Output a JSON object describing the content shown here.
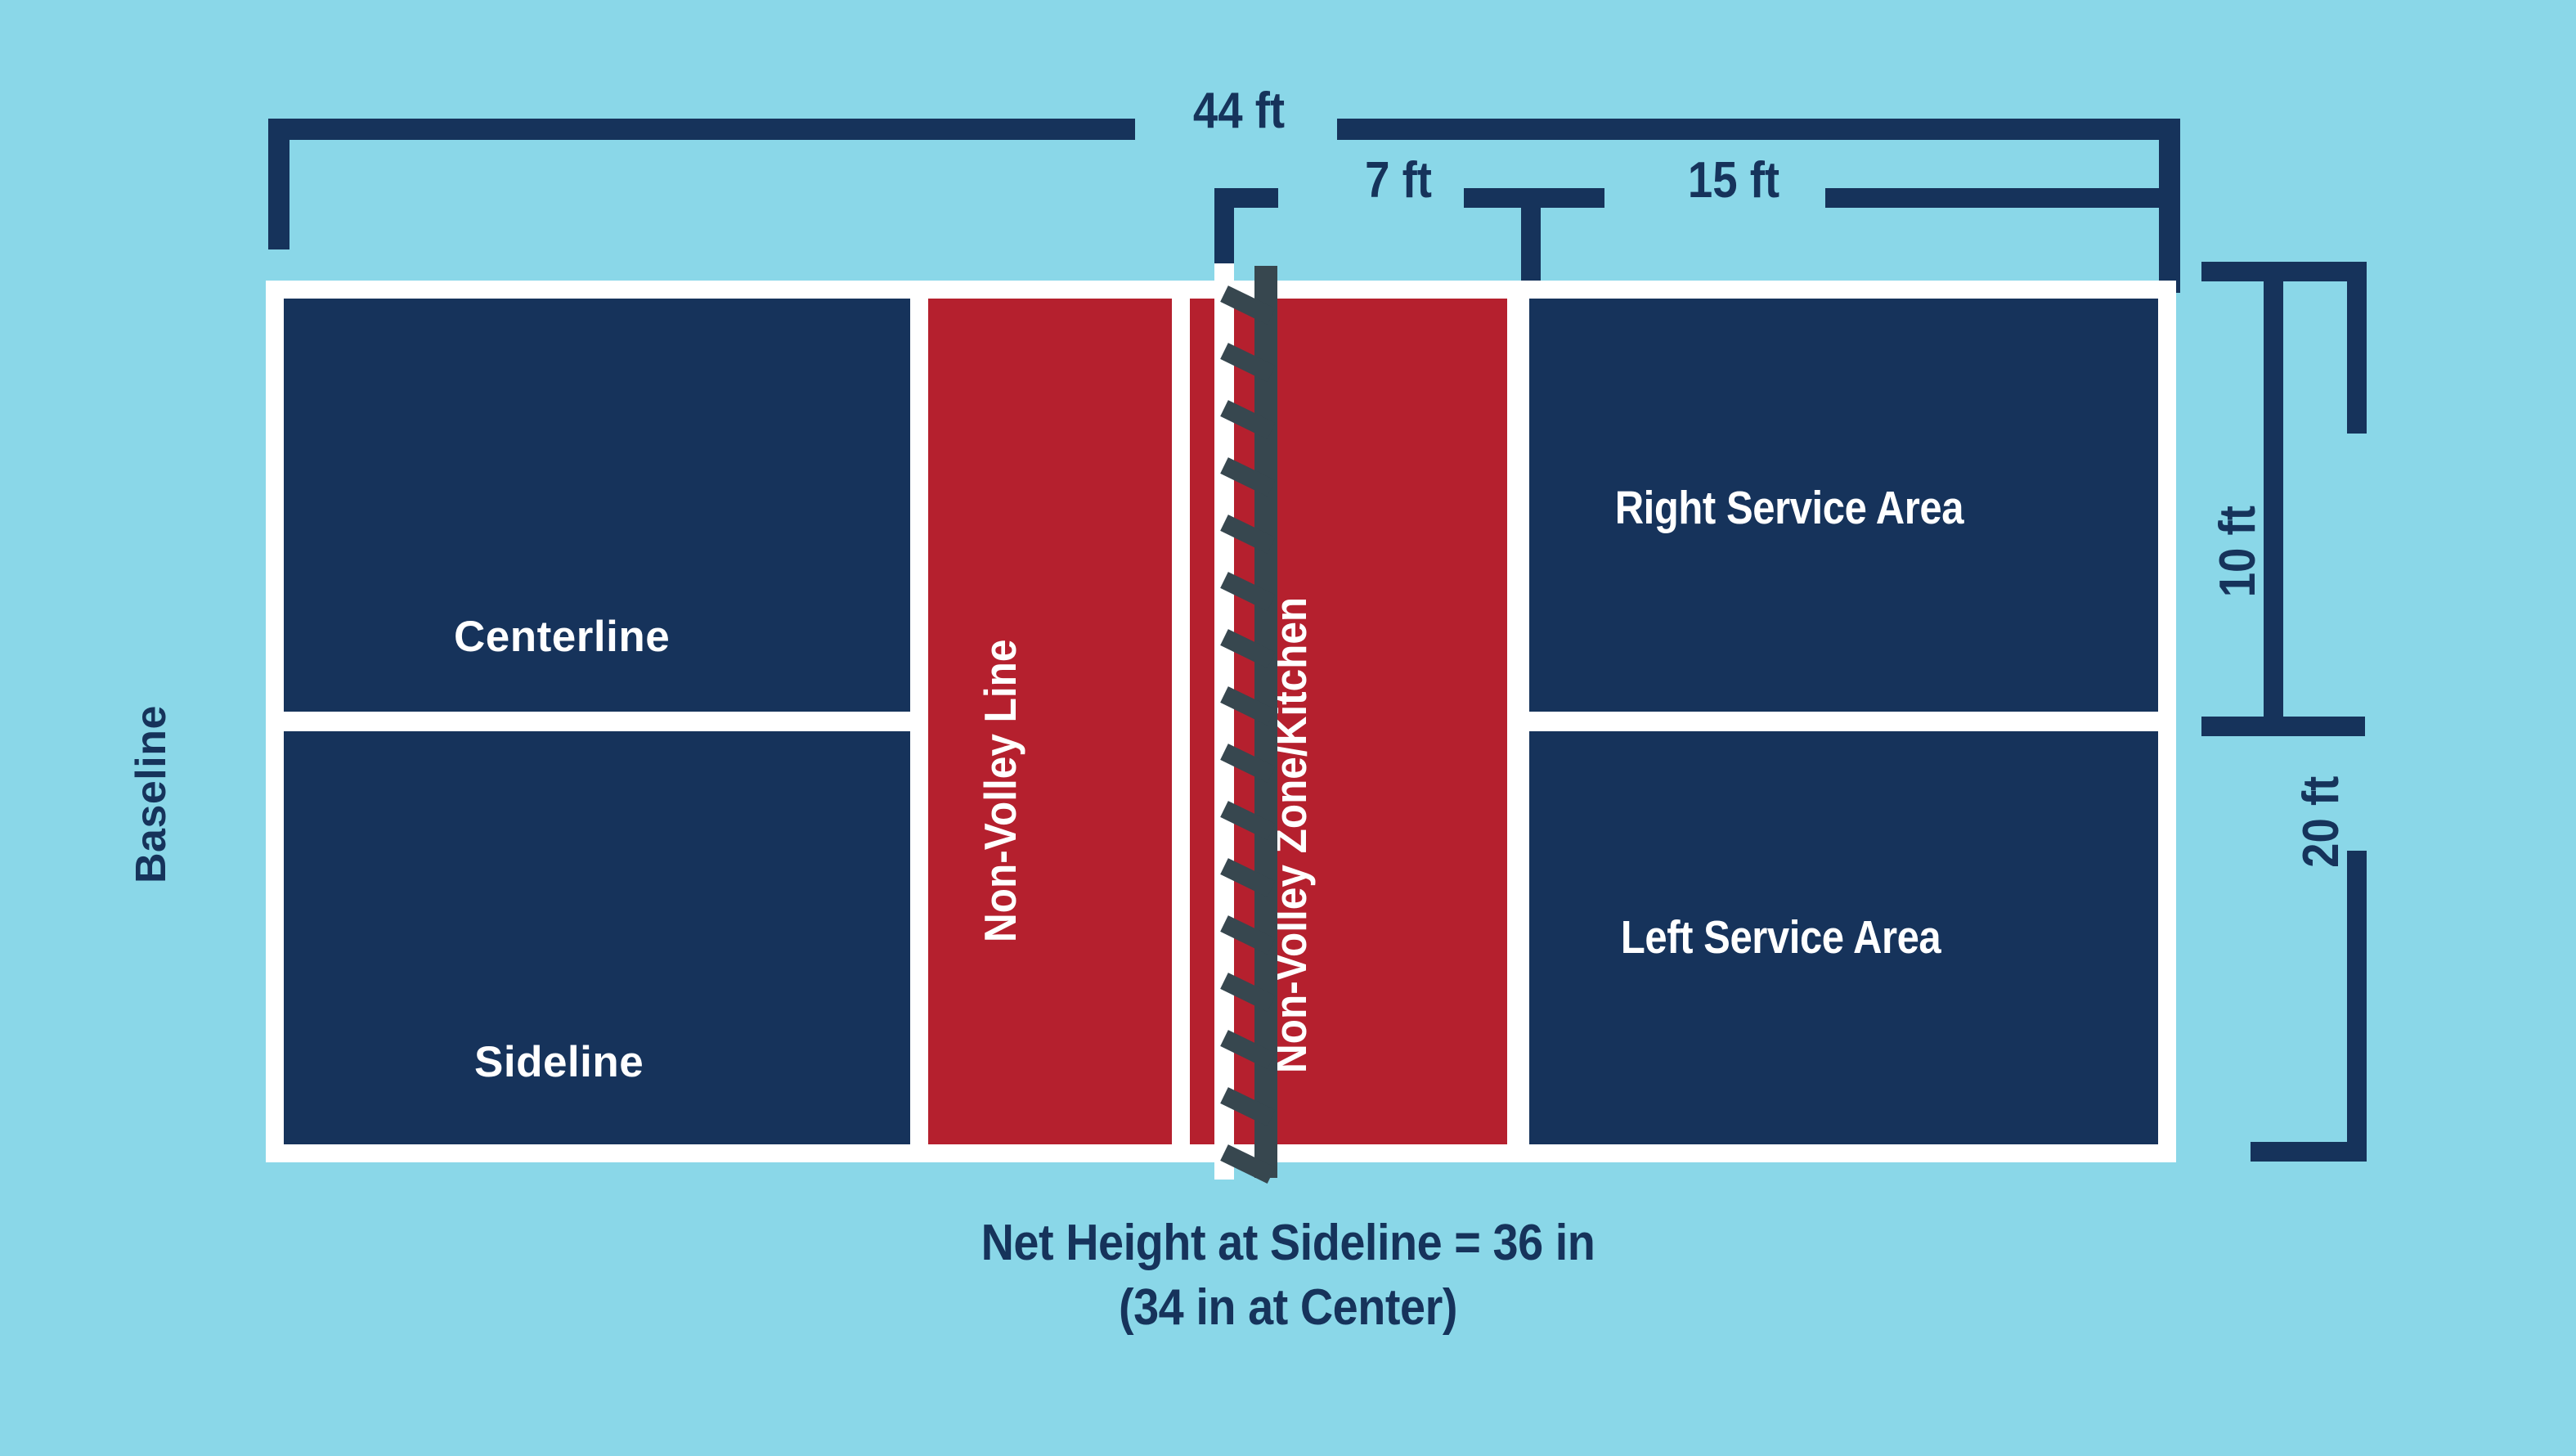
{
  "diagram": {
    "title": "Pickleball Court Dimensions Diagram",
    "background_color": "#8ad7e8",
    "court_line_color": "#ffffff",
    "court_surface_color": "#16335b",
    "kitchen_color": "#b5202e",
    "net_color": "#37474f",
    "dimension_color": "#16335b"
  },
  "dimensions": {
    "overall_length": "44 ft",
    "kitchen_depth": "7 ft",
    "service_area_depth": "15 ft",
    "service_area_width": "10 ft",
    "overall_width": "20 ft"
  },
  "court_labels": {
    "baseline": "Baseline",
    "centerline": "Centerline",
    "sideline": "Sideline",
    "non_volley_line": "Non-Volley Line",
    "non_volley_zone": "Non-Volley Zone/Kitchen",
    "right_service_area": "Right Service Area",
    "left_service_area": "Left Service Area"
  },
  "caption": {
    "line1": "Net Height at Sideline = 36 in",
    "line2": "(34 in at Center)"
  }
}
